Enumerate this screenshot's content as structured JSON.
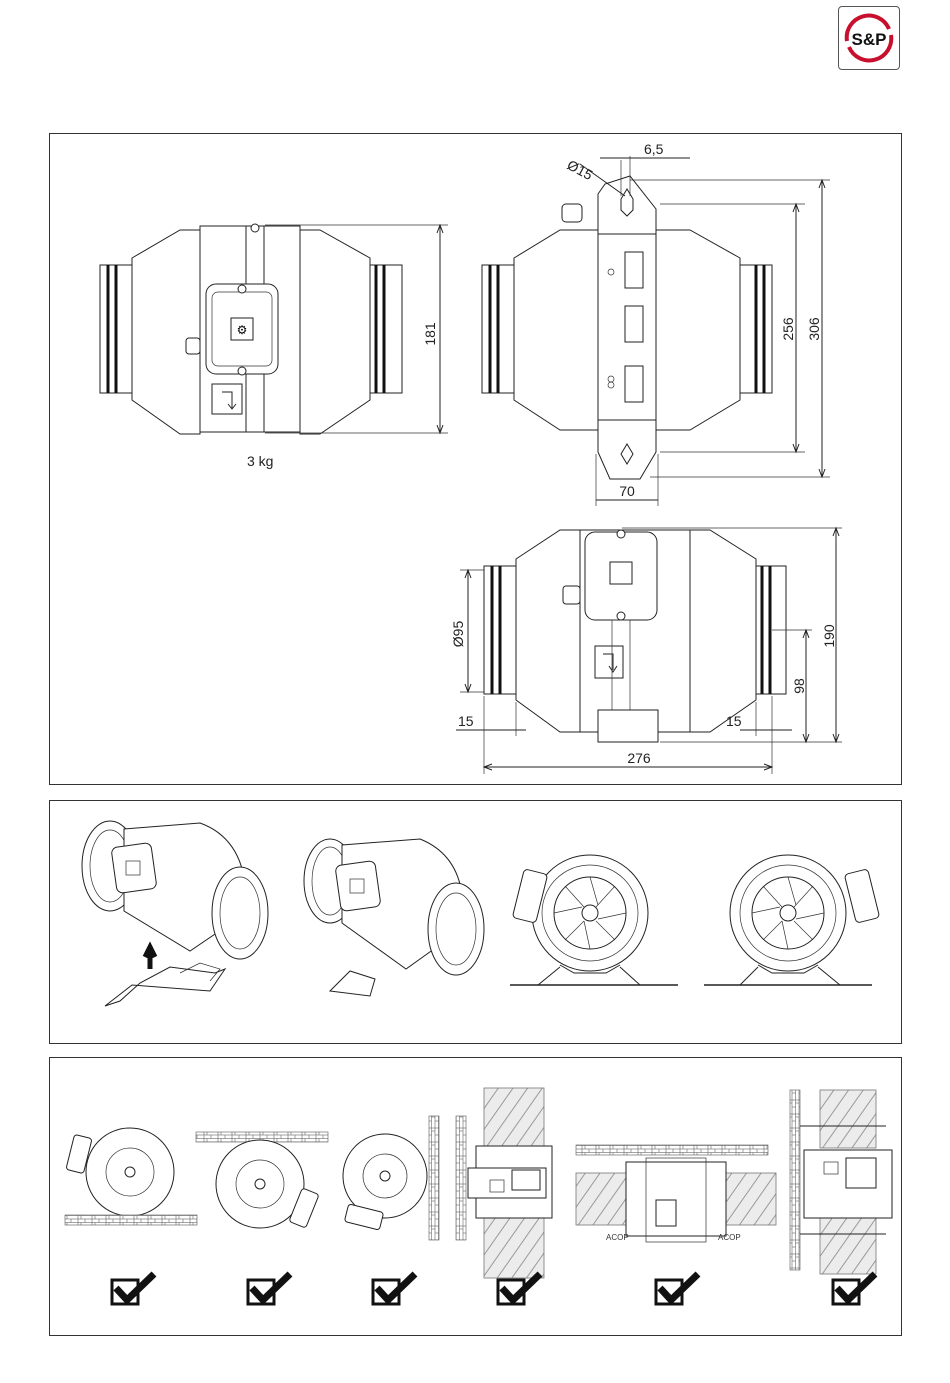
{
  "brand": {
    "logo_text": "S&P",
    "logo_color": "#c8102e"
  },
  "dimensions": {
    "height_front": "181",
    "weight": "3 kg",
    "hole_dia": "Ø15",
    "hole_offset": "6,5",
    "inner_height": "256",
    "outer_height": "306",
    "bracket_width": "70",
    "spigot_dia": "Ø95",
    "spigot_left": "15",
    "spigot_right": "15",
    "total_height": "190",
    "axis_height": "98",
    "total_length": "276"
  },
  "installation": {
    "acop_left": "ACOP",
    "acop_right": "ACOP",
    "approved_positions": 6
  }
}
